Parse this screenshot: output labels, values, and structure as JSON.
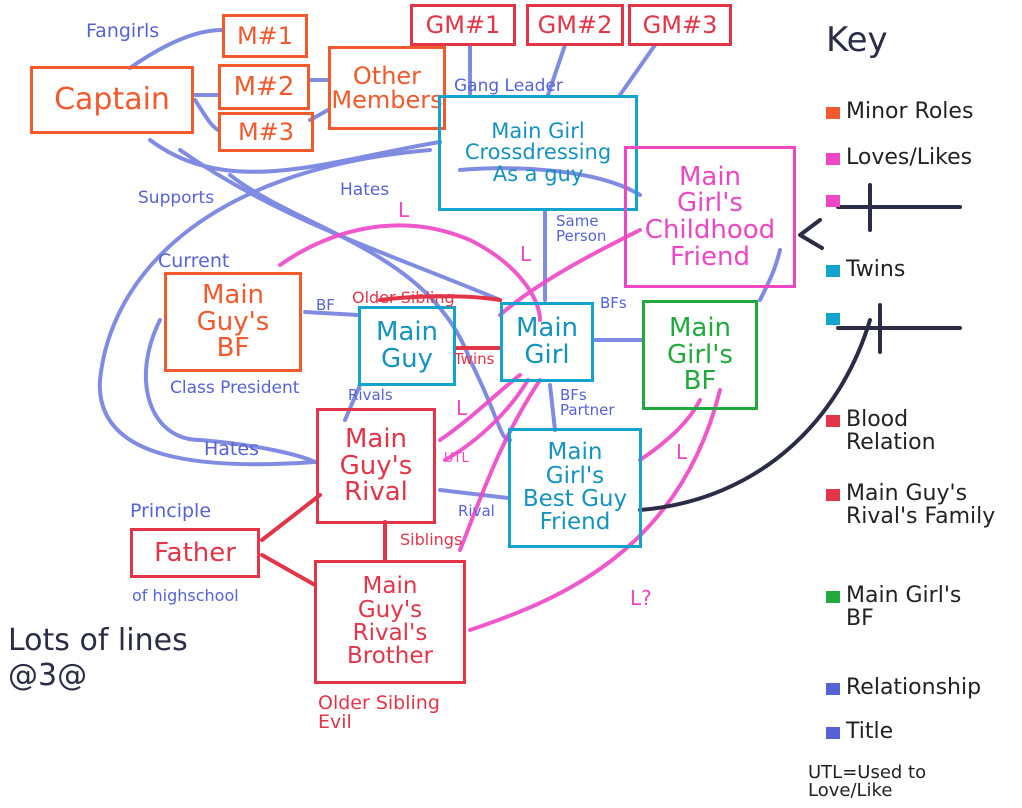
{
  "nodes": {
    "captain": "Captain",
    "m1": "M#1",
    "m2": "M#2",
    "m3": "M#3",
    "other_members": "Other\nMembers",
    "gm1": "GM#1",
    "gm2": "GM#2",
    "gm3": "GM#3",
    "main_girl_crossdressing": "Main Girl\nCrossdressing\nAs a guy",
    "childhood_friend": "Main\nGirl's\nChildhood\nFriend",
    "main_guys_bf": "Main\nGuy's\nBF",
    "main_guy": "Main\nGuy",
    "main_girl": "Main\nGirl",
    "main_girls_bf": "Main\nGirl's\nBF",
    "main_guys_rival": "Main\nGuy's\nRival",
    "best_guy_friend": "Main\nGirl's\nBest Guy\nFriend",
    "father": "Father",
    "rivals_brother": "Main\nGuy's\nRival's\nBrother"
  },
  "labels": {
    "fangirls": "Fangirls",
    "gang_leader": "Gang Leader",
    "supports": "Supports",
    "hates_top": "Hates",
    "current": "Current",
    "class_president": "Class President",
    "older_sibling": "Older Sibling",
    "twins": "Twins",
    "bf_left": "BF",
    "same_person": "Same\nPerson",
    "bfs_right": "BFs",
    "rivals": "Rivals",
    "bfs_partner": "BFs\nPartner",
    "hates_left": "Hates",
    "rival_right": "Rival",
    "siblings": "Siblings",
    "principle": "Principle",
    "of_highschool": "of highschool",
    "older_sibling_evil": "Older Sibling\nEvil",
    "l1": "L",
    "l2": "L",
    "l3": "L",
    "l4": "L",
    "l_question": "L?",
    "utl": "UTL"
  },
  "key": {
    "title": "Key",
    "items": [
      {
        "text": "Minor Roles",
        "color": "#f05a2c"
      },
      {
        "text": "Loves/Likes",
        "color": "#ee47c6"
      },
      {
        "text": "",
        "color": "#ee47c6"
      },
      {
        "text": "Twins",
        "color": "#12a3cf"
      },
      {
        "text": "",
        "color": "#12a3cf"
      },
      {
        "text": "Blood\nRelation",
        "color": "#e33548"
      },
      {
        "text": "Main Guy's\nRival's Family",
        "color": "#e33548"
      },
      {
        "text": "Main Girl's\nBF",
        "color": "#22a93e"
      },
      {
        "text": "Relationship",
        "color": "#5563d6"
      },
      {
        "text": "Title",
        "color": "#5563d6"
      }
    ],
    "footnote": "UTL=Used to\nLove/Like"
  },
  "note": "Lots of lines\n@3@",
  "colors": {
    "minor": "#f05a2c",
    "love": "#ee47c6",
    "twins": "#12a3cf",
    "blood": "#e33548",
    "bf": "#22a93e",
    "relation": "#5563d6",
    "ink": "#2b2d46"
  }
}
